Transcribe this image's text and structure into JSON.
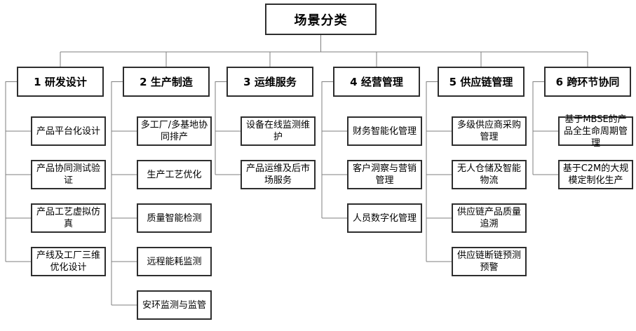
{
  "root": {
    "label": "场景分类"
  },
  "colors": {
    "box_border": "#2e2e2e",
    "box_fill": "#ffffff",
    "connector": "#7f7f7f",
    "text": "#000000"
  },
  "columns": [
    {
      "label": "1 研发设计",
      "children": [
        "产品平台化设计",
        "产品协同测试验证",
        "产品工艺虚拟仿真",
        "产线及工厂三维优化设计"
      ]
    },
    {
      "label": "2 生产制造",
      "children": [
        "多工厂/多基地协同排产",
        "生产工艺优化",
        "质量智能检测",
        "远程能耗监测",
        "安环监测与监管"
      ]
    },
    {
      "label": "3 运维服务",
      "children": [
        "设备在线监测维护",
        "产品运维及后市场服务"
      ]
    },
    {
      "label": "4 经营管理",
      "children": [
        "财务智能化管理",
        "客户洞察与营销管理",
        "人员数字化管理"
      ]
    },
    {
      "label": "5 供应链管理",
      "children": [
        "多级供应商采购管理",
        "无人仓储及智能物流",
        "供应链产品质量追溯",
        "供应链断链预测预警"
      ]
    },
    {
      "label": "6 跨环节协同",
      "children": [
        "基于MBSE的产品全生命周期管理",
        "基于C2M的大规模定制化生产"
      ]
    }
  ]
}
